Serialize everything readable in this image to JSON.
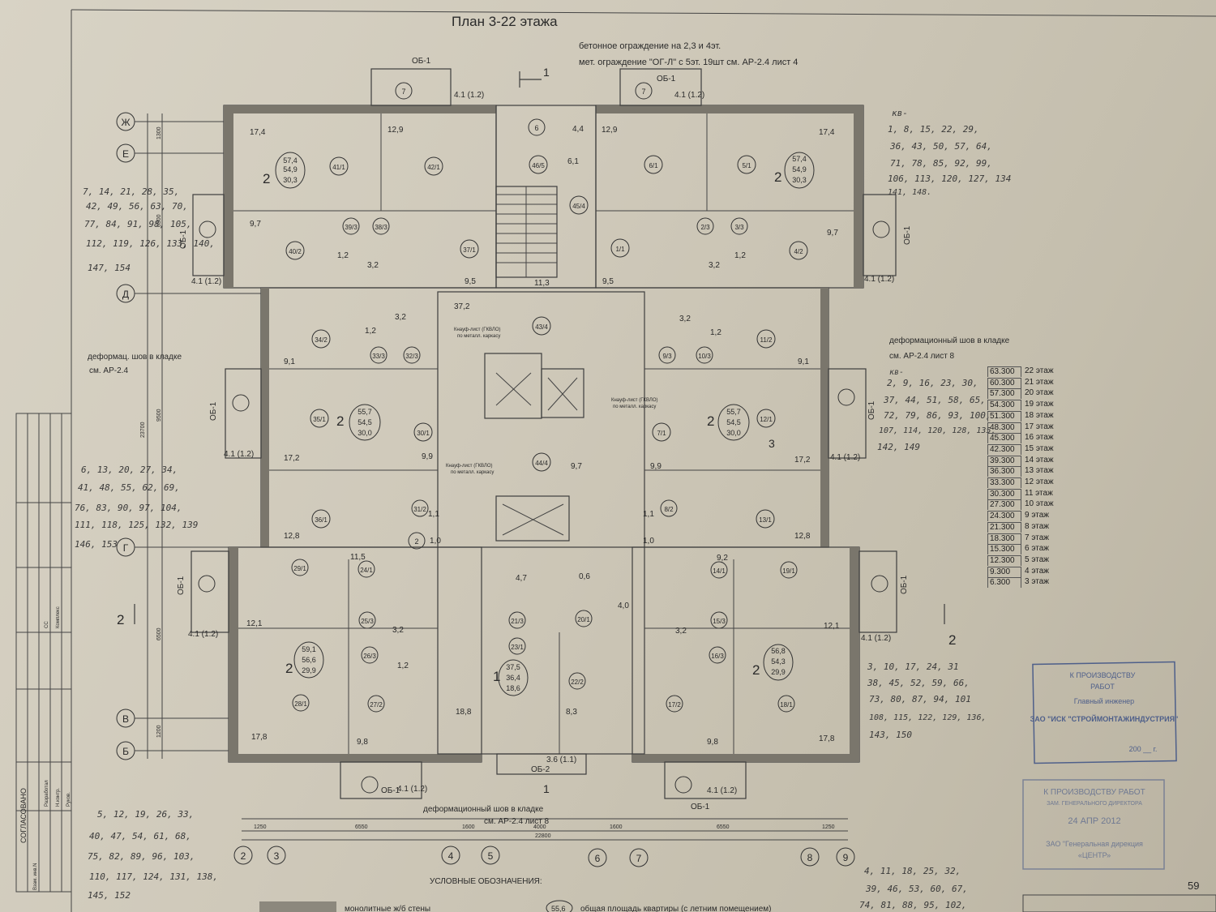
{
  "title": "План 3-22 этажа",
  "notes": {
    "fence1": "бетонное ограждение на 2,3 и 4эт.",
    "fence2": "мет. ограждение \"ОГ-Л\" с 5эт. 19шт см. АР-2.4 лист 4",
    "joint_left_1": "деформац. шов в кладке",
    "joint_left_2": "см. АР-2.4",
    "joint_right_1": "деформационный шов в кладке",
    "joint_right_2": "см. АР-2.4 лист 8",
    "joint_bottom_1": "деформационный шов в кладке",
    "joint_bottom_2": "см. АР-2.4 лист 8",
    "gklvo_1": "Кнауф-лист (ГКВЛО)",
    "gklvo_2": "по металл. каркасу",
    "legend_title": "УСЛОВНЫЕ ОБОЗНАЧЕНИЯ:",
    "legend_item1": "монолитные ж/б стены",
    "legend_item2": "общая площадь квартиры (с летним помещением)",
    "legend_value": "55,6",
    "sheet_num": "59"
  },
  "axes_rows": [
    "Ж",
    "Е",
    "Д",
    "Г",
    "В",
    "Б"
  ],
  "axes_cols": [
    "2",
    "3",
    "4",
    "5",
    "6",
    "7",
    "8",
    "9"
  ],
  "dims_bottom": [
    "1250",
    "6550",
    "1600",
    "4000",
    "1600",
    "6550",
    "1250"
  ],
  "dims_total": "22800",
  "dims_left": [
    "1300",
    "6500",
    "9500",
    "23700",
    "6500",
    "1200"
  ],
  "balconies": [
    "ОБ-1",
    "ОБ-1",
    "ОБ-1",
    "ОБ-1",
    "ОБ-1",
    "ОБ-1",
    "ОБ-1",
    "ОБ-1",
    "ОБ-2"
  ],
  "balcony_area": "4.1 (1.2)",
  "balcony2_area": "3.6 (1.1)",
  "sections": {
    "s1": "1",
    "s2": "2",
    "s3": "3"
  },
  "apartments": [
    {
      "num": "2",
      "a": "57,4",
      "b": "54,9",
      "c": "30,3"
    },
    {
      "num": "2",
      "a": "57,4",
      "b": "54,9",
      "c": "30,3"
    },
    {
      "num": "2",
      "a": "55,7",
      "b": "54,5",
      "c": "30,0"
    },
    {
      "num": "2",
      "a": "55,7",
      "b": "54,5",
      "c": "30,0"
    },
    {
      "num": "2",
      "a": "59,1",
      "b": "56,6",
      "c": "29,9"
    },
    {
      "num": "1",
      "a": "37,5",
      "b": "36,4",
      "c": "18,6"
    },
    {
      "num": "2",
      "a": "56,8",
      "b": "54,3",
      "c": "29,9"
    }
  ],
  "room_areas": [
    "17,4",
    "12,9",
    "4,4",
    "12,9",
    "17,4",
    "9,7",
    "6,1",
    "9,7",
    "3,2",
    "3,2",
    "1,2",
    "1,2",
    "9,5",
    "11,3",
    "9,5",
    "37,2",
    "3,2",
    "3,2",
    "1,2",
    "1,2",
    "9,1",
    "9,1",
    "17,2",
    "9,9",
    "9,7",
    "9,9",
    "17,2",
    "12,8",
    "1,1",
    "1,0",
    "1,1",
    "1,0",
    "12,8",
    "11,5",
    "9,2",
    "12,1",
    "4,7",
    "0,6",
    "4,0",
    "12,1",
    "3,2",
    "1,2",
    "3,2",
    "18,8",
    "8,3",
    "17,8",
    "9,8",
    "9,8",
    "17,8"
  ],
  "room_marks": [
    "7",
    "6",
    "46/5",
    "7",
    "41/1",
    "42/1",
    "45/4",
    "6/1",
    "5/1",
    "40/2",
    "39/3",
    "38/3",
    "37/1",
    "1/1",
    "2/3",
    "3/3",
    "4/2",
    "34/2",
    "33/3",
    "32/3",
    "43/4",
    "11/2",
    "9/3",
    "10/3",
    "35/1",
    "30/1",
    "12/1",
    "7/1",
    "44/4",
    "36/1",
    "31/2",
    "2",
    "8/2",
    "13/1",
    "29/1",
    "24/1",
    "14/1",
    "19/1",
    "25/3",
    "21/3",
    "20/1",
    "15/3",
    "23/1",
    "26/3",
    "22/2",
    "16/3",
    "28/1",
    "27/2",
    "17/2",
    "18/1"
  ],
  "levels": [
    {
      "h": "63.300",
      "f": "22 этаж"
    },
    {
      "h": "60.300",
      "f": "21 этаж"
    },
    {
      "h": "57.300",
      "f": "20 этаж"
    },
    {
      "h": "54.300",
      "f": "19 этаж"
    },
    {
      "h": "51.300",
      "f": "18 этаж"
    },
    {
      "h": "48.300",
      "f": "17 этаж"
    },
    {
      "h": "45.300",
      "f": "16 этаж"
    },
    {
      "h": "42.300",
      "f": "15 этаж"
    },
    {
      "h": "39.300",
      "f": "14 этаж"
    },
    {
      "h": "36.300",
      "f": "13 этаж"
    },
    {
      "h": "33.300",
      "f": "12 этаж"
    },
    {
      "h": "30.300",
      "f": "11 этаж"
    },
    {
      "h": "27.300",
      "f": "10 этаж"
    },
    {
      "h": "24.300",
      "f": "9 этаж"
    },
    {
      "h": "21.300",
      "f": "8 этаж"
    },
    {
      "h": "18.300",
      "f": "7 этаж"
    },
    {
      "h": "15.300",
      "f": "6 этаж"
    },
    {
      "h": "12.300",
      "f": "5 этаж"
    },
    {
      "h": "9.300",
      "f": "4 этаж"
    },
    {
      "h": "6.300",
      "f": "3 этаж"
    }
  ],
  "handwritten": {
    "kv_label": "кв-",
    "h_tr": [
      "1, 8, 15, 22, 29,",
      "36, 43, 50, 57, 64,",
      "71, 78, 85, 92, 99,",
      "106, 113, 120, 127, 134",
      "141, 148."
    ],
    "h_tl": [
      "7, 14, 21, 28, 35,",
      "42, 49, 56, 63, 70,",
      "77, 84, 91, 98, 105,",
      "112, 119, 126, 133, 140,",
      "147, 154"
    ],
    "h_r": [
      "2, 9, 16, 23, 30,",
      "37, 44, 51, 58, 65,",
      "72, 79, 86, 93, 100,",
      "107, 114, 120, 128, 135,",
      "142, 149"
    ],
    "h_l": [
      "6, 13, 20, 27, 34,",
      "41, 48, 55, 62, 69,",
      "76, 83, 90, 97, 104,",
      "111, 118, 125, 132, 139",
      "146, 153"
    ],
    "h_br": [
      "3, 10, 17, 24, 31",
      "38, 45, 52, 59, 66,",
      "73, 80, 87, 94, 101",
      "108, 115, 122, 129, 136,",
      "143, 150"
    ],
    "h_bl": [
      "5, 12, 19, 26, 33,",
      "40, 47, 54, 61, 68,",
      "75, 82, 89, 96, 103,",
      "110, 117, 124, 131, 138,",
      "145, 152"
    ],
    "h_bb": [
      "4, 11, 18, 25, 32,",
      "39, 46, 53, 60, 67,",
      "74, 81, 88, 95, 102,"
    ]
  },
  "stamp1": {
    "l1": "К ПРОИЗВОДСТВУ",
    "l2": "РАБОТ",
    "l3": "Главный инженер",
    "l4": "ЗАО \"ИСК \"СТРОЙМОНТАЖИНДУСТРИЯ\"",
    "l5": "200 __ г."
  },
  "stamp2": {
    "l1": "К ПРОИЗВОДСТВУ РАБОТ",
    "l2": "ЗАМ. ГЕНЕРАЛЬНОГО ДИРЕКТОРА",
    "l3": "24 АПР 2012",
    "l4": "ЗАО \"Генеральная дирекция",
    "l5": "«ЦЕНТР»"
  },
  "side_table": {
    "title": "СОГЛАСОВАНО",
    "cols": [
      "Взам. инв.N",
      "Разработал",
      "Н.контр.",
      "Руков.",
      "СС",
      "Комплекс"
    ]
  },
  "colors": {
    "paper": "#d2ccbd",
    "ink": "#2a2a2a",
    "stamp": "#4e5f8a"
  }
}
